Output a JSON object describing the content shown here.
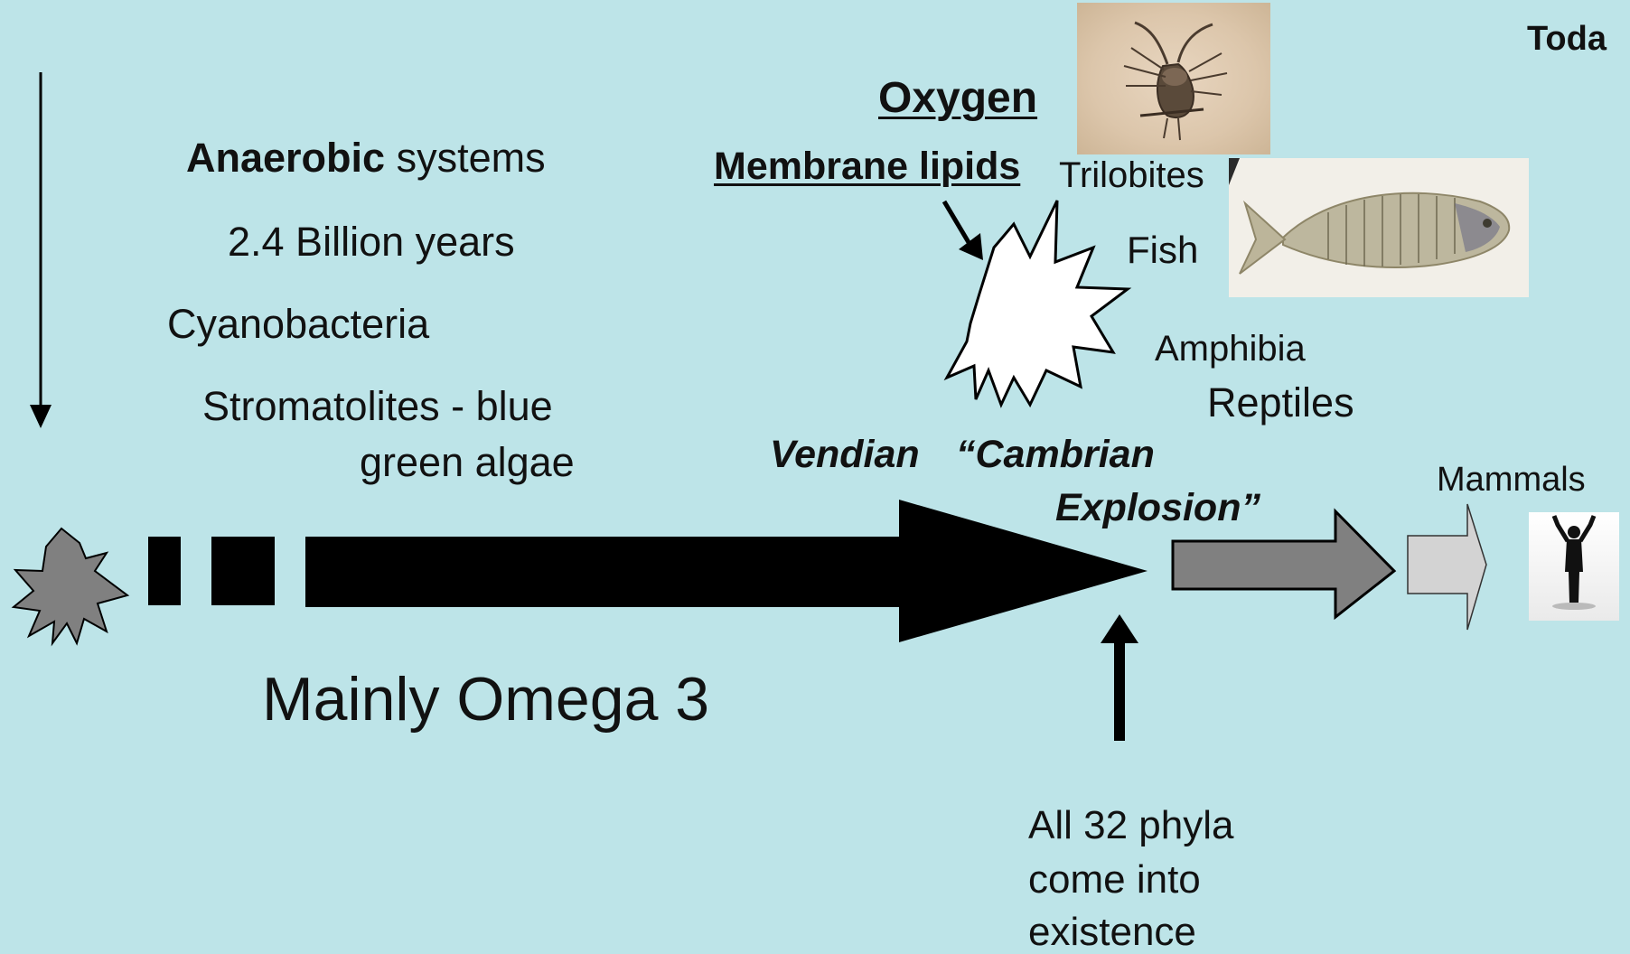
{
  "labels": {
    "today": "Toda",
    "anaerobic_bold": "Anaerobic",
    "anaerobic_rest": " systems",
    "billion_years": "2.4 Billion years",
    "cyanobacteria": "Cyanobacteria",
    "stromatolites_line1": "Stromatolites - blue",
    "stromatolites_line2": "green algae",
    "oxygen": "Oxygen",
    "membrane_lipids": "Membrane lipids",
    "trilobites": "Trilobites",
    "fish": "Fish",
    "amphibia": "Amphibia",
    "reptiles": "Reptiles",
    "vendian": "Vendian",
    "cambrian_line1": "“Cambrian",
    "cambrian_line2": "Explosion”",
    "mammals": "Mammals",
    "mainly_omega": "Mainly Omega 3",
    "phyla_line1": "All 32 phyla",
    "phyla_line2": "come into",
    "phyla_line3": "existence"
  },
  "images": {
    "trilobite_fossil": "trilobite-fossil-photo",
    "fish_fossil": "fish-fossil-photo",
    "human_silhouette": "human-silhouette-photo"
  },
  "colors": {
    "background": "#bde4e8",
    "arrow_main": "#000000",
    "arrow_mid": "#808080",
    "arrow_light": "#d3d3d3",
    "starburst_origin": "#808080",
    "starburst_cambrian": "#ffffff"
  }
}
